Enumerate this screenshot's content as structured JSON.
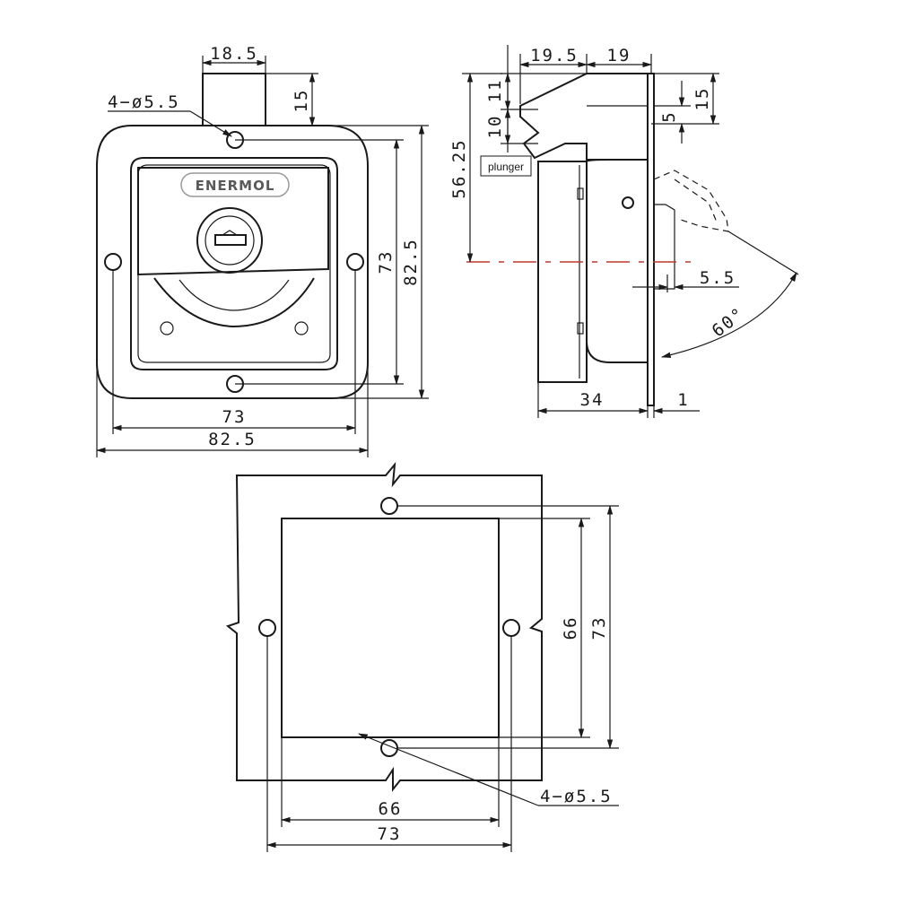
{
  "brand": "ENERMOL",
  "front_view": {
    "top_width": "18.5",
    "top_height": "15",
    "hole_callout": "4−ø5.5",
    "inner_height": "73",
    "outer_height": "82.5",
    "inner_width": "73",
    "outer_width": "82.5"
  },
  "side_view": {
    "dim_19_5": "19.5",
    "dim_19": "19",
    "dim_11": "11",
    "dim_10": "10",
    "dim_15": "15",
    "dim_5": "5",
    "dim_56_25": "56.25",
    "plunger_label": "plunger",
    "dim_5_5": "5.5",
    "angle": "60°",
    "depth": "34",
    "flange": "1"
  },
  "cutout_view": {
    "height_66": "66",
    "height_73": "73",
    "width_66": "66",
    "width_73": "73",
    "hole_callout": "4−ø5.5"
  }
}
